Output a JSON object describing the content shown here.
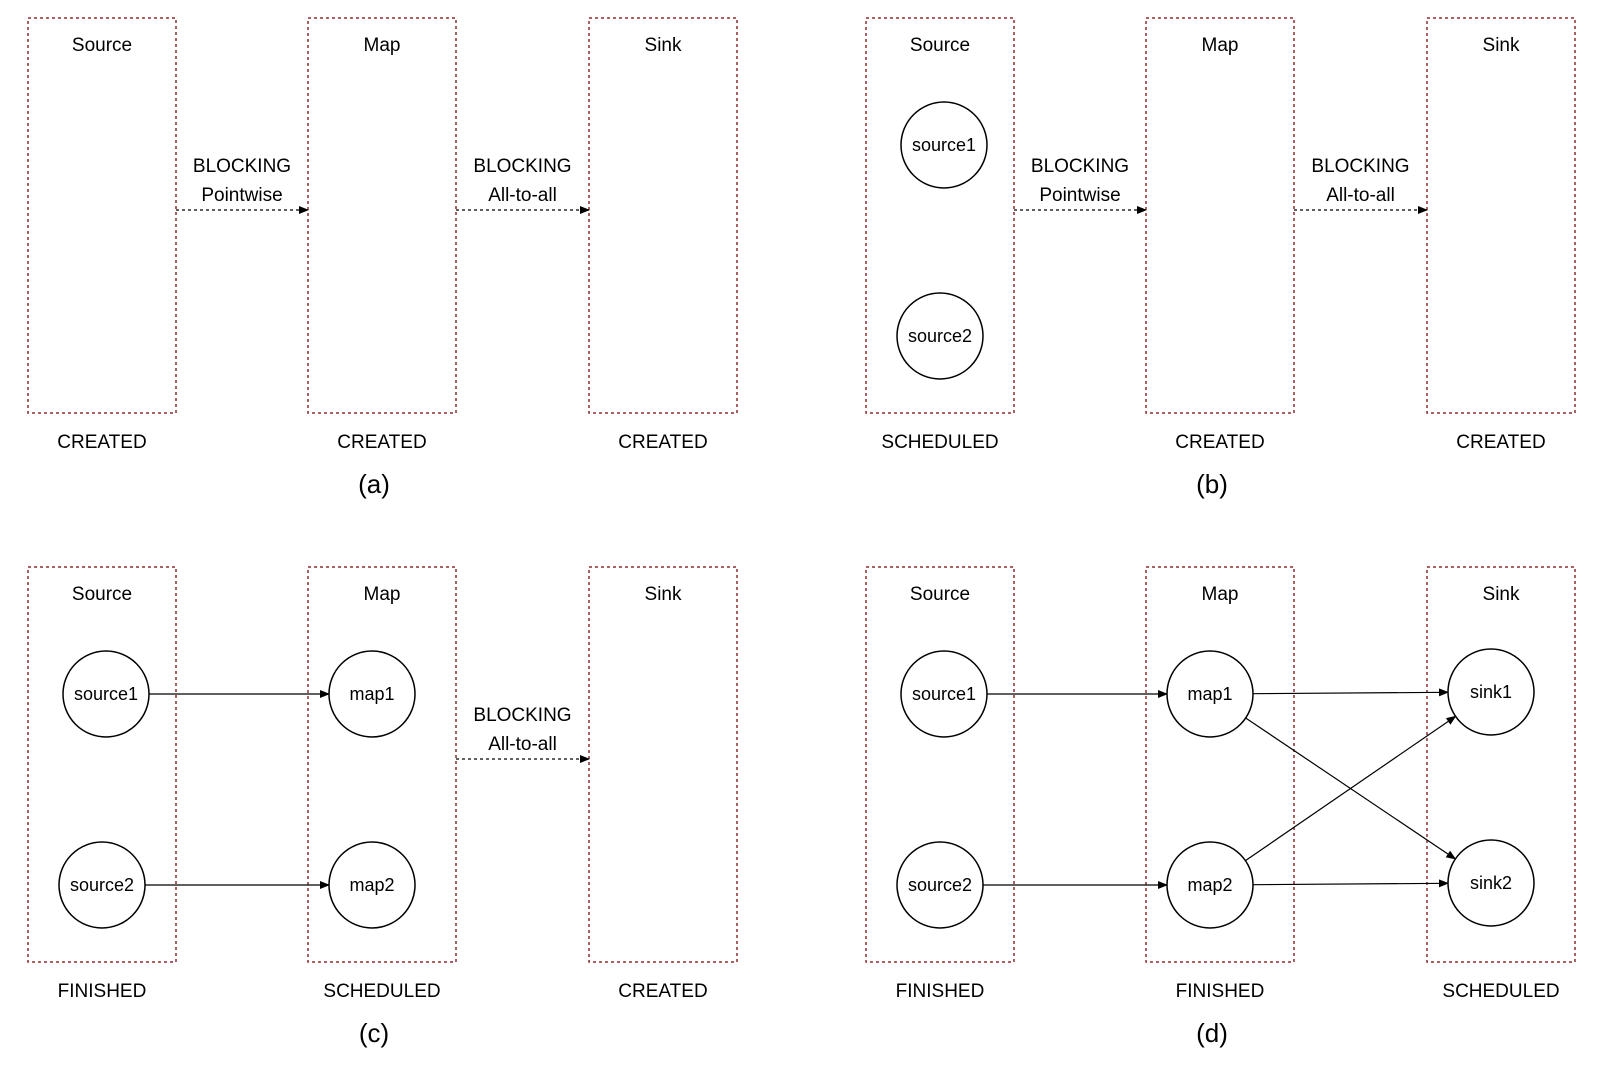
{
  "colors": {
    "vertex_border": "#8b2f2f",
    "node_stroke": "#000000",
    "edge": "#000000",
    "background": "#ffffff"
  },
  "panels": [
    {
      "caption": "(a)",
      "vertices": [
        {
          "title": "Source",
          "state": "CREATED",
          "nodes": []
        },
        {
          "title": "Map",
          "state": "CREATED",
          "nodes": []
        },
        {
          "title": "Sink",
          "state": "CREATED",
          "nodes": []
        }
      ],
      "edges": [
        {
          "type": "BLOCKING",
          "pattern": "Pointwise"
        },
        {
          "type": "BLOCKING",
          "pattern": "All-to-all"
        }
      ]
    },
    {
      "caption": "(b)",
      "vertices": [
        {
          "title": "Source",
          "state": "SCHEDULED",
          "nodes": [
            "source1",
            "source2"
          ]
        },
        {
          "title": "Map",
          "state": "CREATED",
          "nodes": []
        },
        {
          "title": "Sink",
          "state": "CREATED",
          "nodes": []
        }
      ],
      "edges": [
        {
          "type": "BLOCKING",
          "pattern": "Pointwise"
        },
        {
          "type": "BLOCKING",
          "pattern": "All-to-all"
        }
      ]
    },
    {
      "caption": "(c)",
      "vertices": [
        {
          "title": "Source",
          "state": "FINISHED",
          "nodes": [
            "source1",
            "source2"
          ]
        },
        {
          "title": "Map",
          "state": "SCHEDULED",
          "nodes": [
            "map1",
            "map2"
          ]
        },
        {
          "title": "Sink",
          "state": "CREATED",
          "nodes": []
        }
      ],
      "edges": [
        {
          "type": "",
          "pattern": ""
        },
        {
          "type": "BLOCKING",
          "pattern": "All-to-all"
        }
      ]
    },
    {
      "caption": "(d)",
      "vertices": [
        {
          "title": "Source",
          "state": "FINISHED",
          "nodes": [
            "source1",
            "source2"
          ]
        },
        {
          "title": "Map",
          "state": "FINISHED",
          "nodes": [
            "map1",
            "map2"
          ]
        },
        {
          "title": "Sink",
          "state": "SCHEDULED",
          "nodes": [
            "sink1",
            "sink2"
          ]
        }
      ],
      "edges": [
        {
          "type": "",
          "pattern": ""
        },
        {
          "type": "",
          "pattern": ""
        }
      ]
    }
  ]
}
